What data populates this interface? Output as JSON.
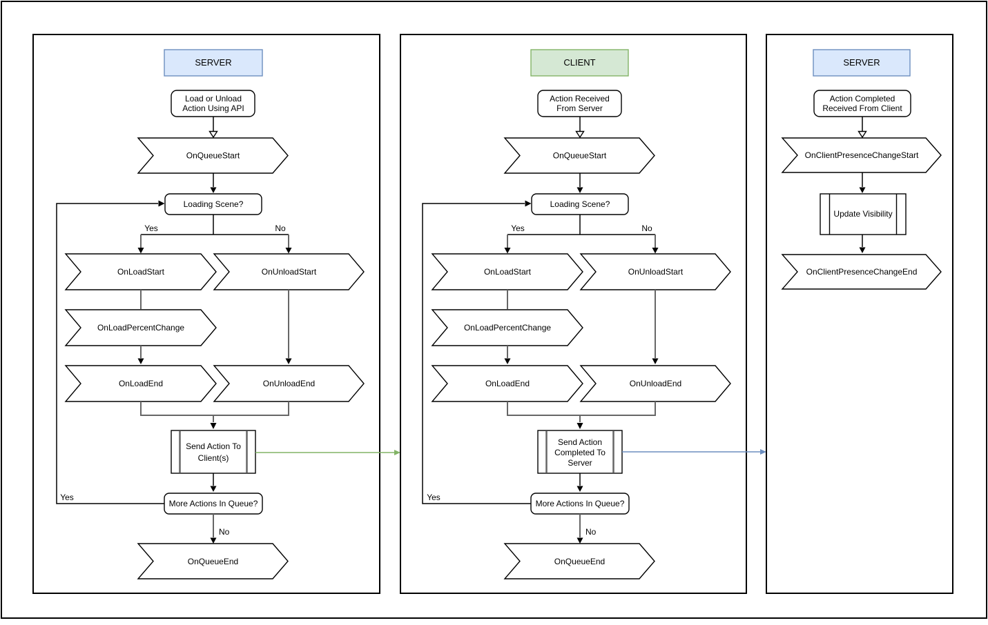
{
  "colors": {
    "server_fill": "#dae8fc",
    "server_stroke": "#6c8ebf",
    "client_fill": "#d5e8d4",
    "client_stroke": "#82b366",
    "arrow_green": "#82b366",
    "arrow_blue": "#6c8ebf",
    "connector_gray": "#666666",
    "connector_black": "#000000"
  },
  "panels": [
    {
      "header": "SERVER",
      "start_lines": [
        "Load or Unload",
        "Action Using API"
      ],
      "on_queue_start": "OnQueueStart",
      "loading_scene": "Loading Scene?",
      "branch_yes": "Yes",
      "branch_no": "No",
      "on_load_start": "OnLoadStart",
      "on_unload_start": "OnUnloadStart",
      "on_load_percent_change": "OnLoadPercentChange",
      "on_load_end": "OnLoadEnd",
      "on_unload_end": "OnUnloadEnd",
      "send_lines": [
        "Send Action To",
        "Client(s)"
      ],
      "more_actions": "More Actions In Queue?",
      "loop_yes": "Yes",
      "queue_no": "No",
      "on_queue_end": "OnQueueEnd"
    },
    {
      "header": "CLIENT",
      "start_lines": [
        "Action Received",
        "From Server"
      ],
      "on_queue_start": "OnQueueStart",
      "loading_scene": "Loading Scene?",
      "branch_yes": "Yes",
      "branch_no": "No",
      "on_load_start": "OnLoadStart",
      "on_unload_start": "OnUnloadStart",
      "on_load_percent_change": "OnLoadPercentChange",
      "on_load_end": "OnLoadEnd",
      "on_unload_end": "OnUnloadEnd",
      "send_lines": [
        "Send Action",
        "Completed To",
        "Server"
      ],
      "more_actions": "More Actions In Queue?",
      "loop_yes": "Yes",
      "queue_no": "No",
      "on_queue_end": "OnQueueEnd"
    },
    {
      "header": "SERVER",
      "start_lines": [
        "Action Completed",
        "Received From Client"
      ],
      "presence_start": "OnClientPresenceChangeStart",
      "update_visibility": "Update Visibility",
      "presence_end": "OnClientPresenceChangeEnd"
    }
  ]
}
